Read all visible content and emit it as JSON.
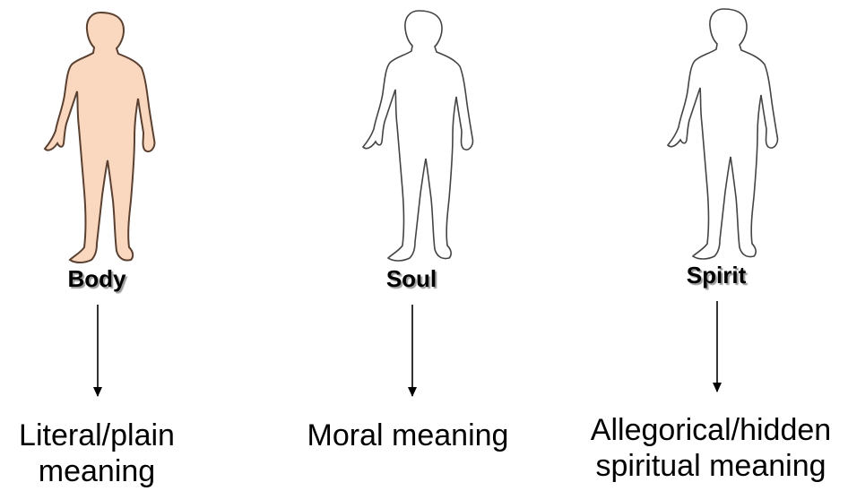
{
  "columns": [
    {
      "label": "Body",
      "meaning_lines": [
        "Literal/plain",
        "meaning"
      ],
      "figure_fill": "#FAD8C0"
    },
    {
      "label": "Soul",
      "meaning_lines": [
        "Moral meaning"
      ],
      "figure_fill": "#FFFFFF"
    },
    {
      "label": "Spirit",
      "meaning_lines": [
        "Allegorical/hidden",
        "spiritual meaning"
      ],
      "figure_fill": "#FFFFFF"
    }
  ],
  "icons": {
    "figure": "human-figure-icon",
    "arrow": "down-arrow-icon"
  }
}
